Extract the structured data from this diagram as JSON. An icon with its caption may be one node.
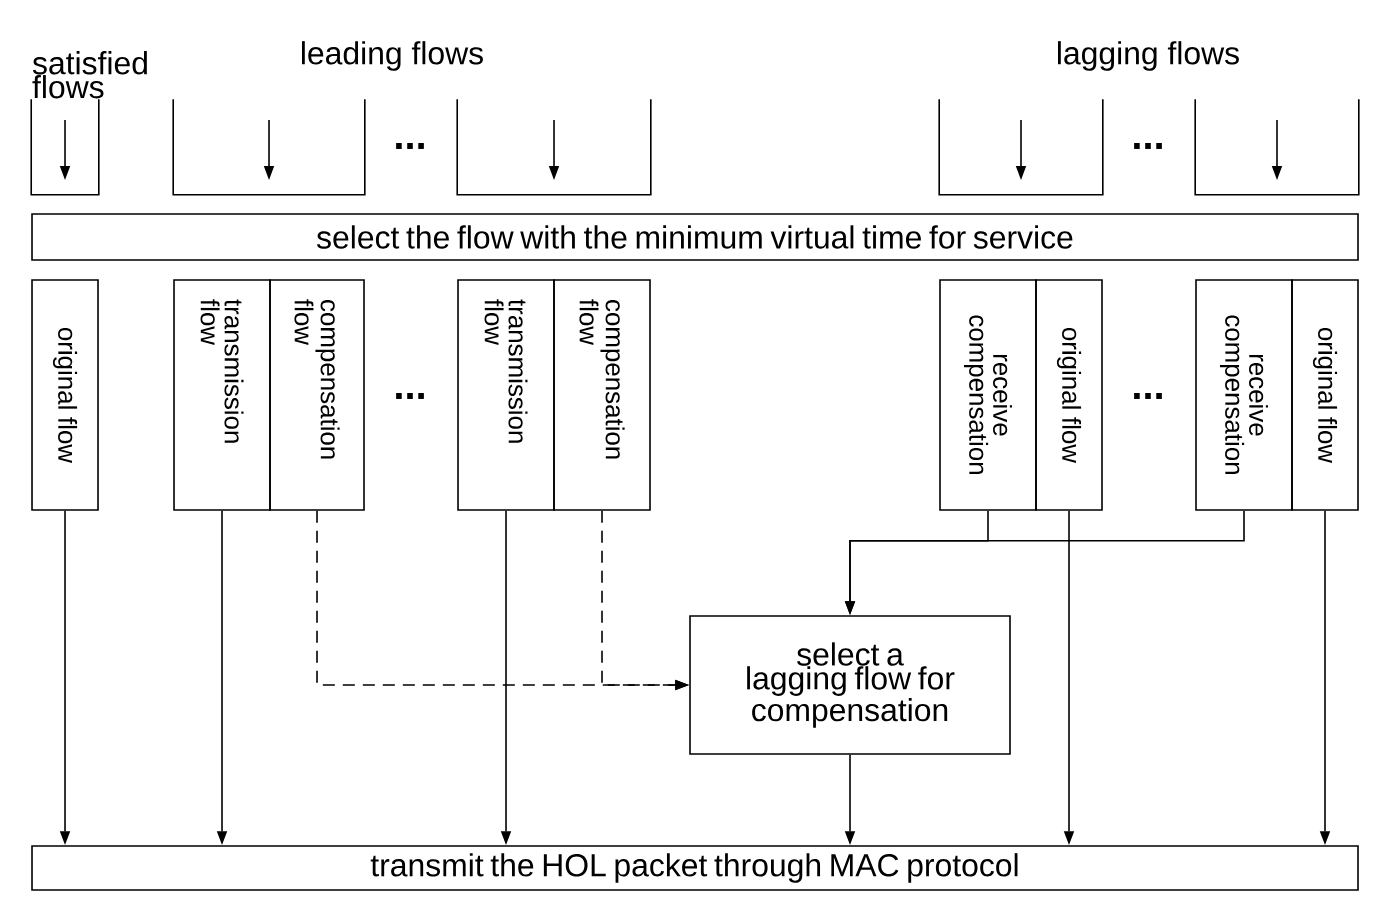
{
  "diagram": {
    "nodes": [
      {
        "text": [
          "satisfied flows"
        ]
      },
      {
        "text": [],
        "shape": "box"
      },
      {
        "text": [],
        "shape": "box"
      },
      {
        "text": [],
        "shape": "box"
      },
      {
        "text": [],
        "shape": "box"
      },
      {
        "text": [
          "select the flow with the minimum virtual time for service"
        ]
      },
      {
        "text": [
          "original flow"
        ]
      },
      {
        "text": [
          "transmission flow"
        ]
      },
      {
        "text": [
          "compensation flow"
        ]
      },
      {
        "text": [
          "transmission flow"
        ]
      },
      {
        "text": [
          "compensation flow"
        ]
      },
      {
        "text": [
          "receive compensation"
        ]
      },
      {
        "text": [
          "original flow"
        ]
      },
      {
        "text": [
          "receive compensation"
        ]
      },
      {
        "text": [
          "original flow"
        ]
      },
      {
        "text": [
          "select a lagging flow for compensation"
        ]
      },
      {
        "text": [
          "transmit the HOL packet through MAC protocol"
        ]
      }
    ],
    "edges": [
      {
        "from": 6,
        "to": 16,
        "arrow": "to"
      },
      {
        "from": 7,
        "to": 16,
        "arrow": "to"
      },
      {
        "from": 8,
        "to": 15,
        "arrow": "to",
        "style": "dashed"
      },
      {
        "from": 9,
        "to": 16,
        "arrow": "to"
      },
      {
        "from": 10,
        "to": 15,
        "arrow": "to",
        "style": "dashed"
      },
      {
        "from": 11,
        "to": 15,
        "arrow": "to"
      },
      {
        "from": 13,
        "to": 15,
        "arrow": "to"
      },
      {
        "from": 15,
        "to": 16,
        "arrow": "to"
      },
      {
        "from": 12,
        "to": 16,
        "arrow": "to"
      },
      {
        "from": 14,
        "to": 16,
        "arrow": "to"
      }
    ],
    "labels": [
      "leading flows",
      "lagging flows",
      "...",
      "...",
      "...",
      "..."
    ]
  }
}
